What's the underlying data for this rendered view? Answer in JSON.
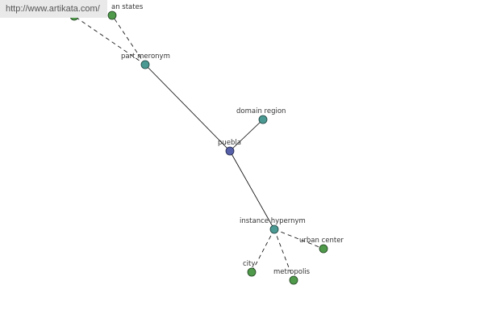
{
  "watermark": "http://www.artikata.com/",
  "colors": {
    "center_node": "#5560a8",
    "relation_node": "#4a9a93",
    "leaf_node": "#4f9a4a",
    "edge": "#000000"
  },
  "nodes": {
    "puebla": "puebla",
    "part_meronym": "part meronym",
    "domain_region": "domain region",
    "instance_hypernym": "instance hypernym",
    "states_partial": "an states",
    "urban_center": "urban center",
    "city": "city",
    "metropolis": "metropolis"
  }
}
